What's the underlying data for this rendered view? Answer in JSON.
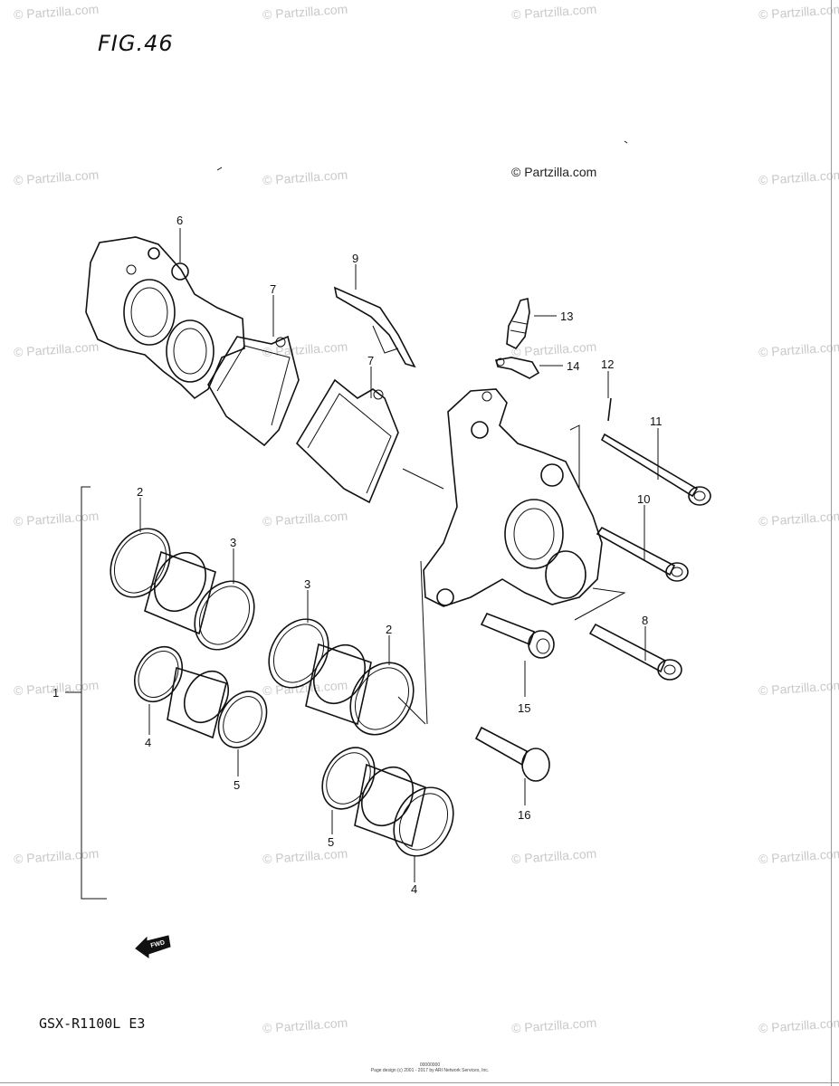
{
  "figure": {
    "title": "FIG.46",
    "model": "GSX-R1100L  E3",
    "copyright": "© Partzilla.com",
    "footer_line1": "00000000",
    "footer_line2": "Page design (c) 2001 - 2017 by ARI Network Services, Inc."
  },
  "watermark_text": "© Partzilla.com",
  "callouts": {
    "c1": "1",
    "c2a": "2",
    "c2b": "2",
    "c3a": "3",
    "c3b": "3",
    "c4a": "4",
    "c4b": "4",
    "c5a": "5",
    "c5b": "5",
    "c6": "6",
    "c7a": "7",
    "c7b": "7",
    "c8": "8",
    "c9": "9",
    "c10": "10",
    "c11": "11",
    "c12": "12",
    "c13": "13",
    "c14": "14",
    "c15": "15",
    "c16": "16"
  },
  "fwd_label": "FWD"
}
